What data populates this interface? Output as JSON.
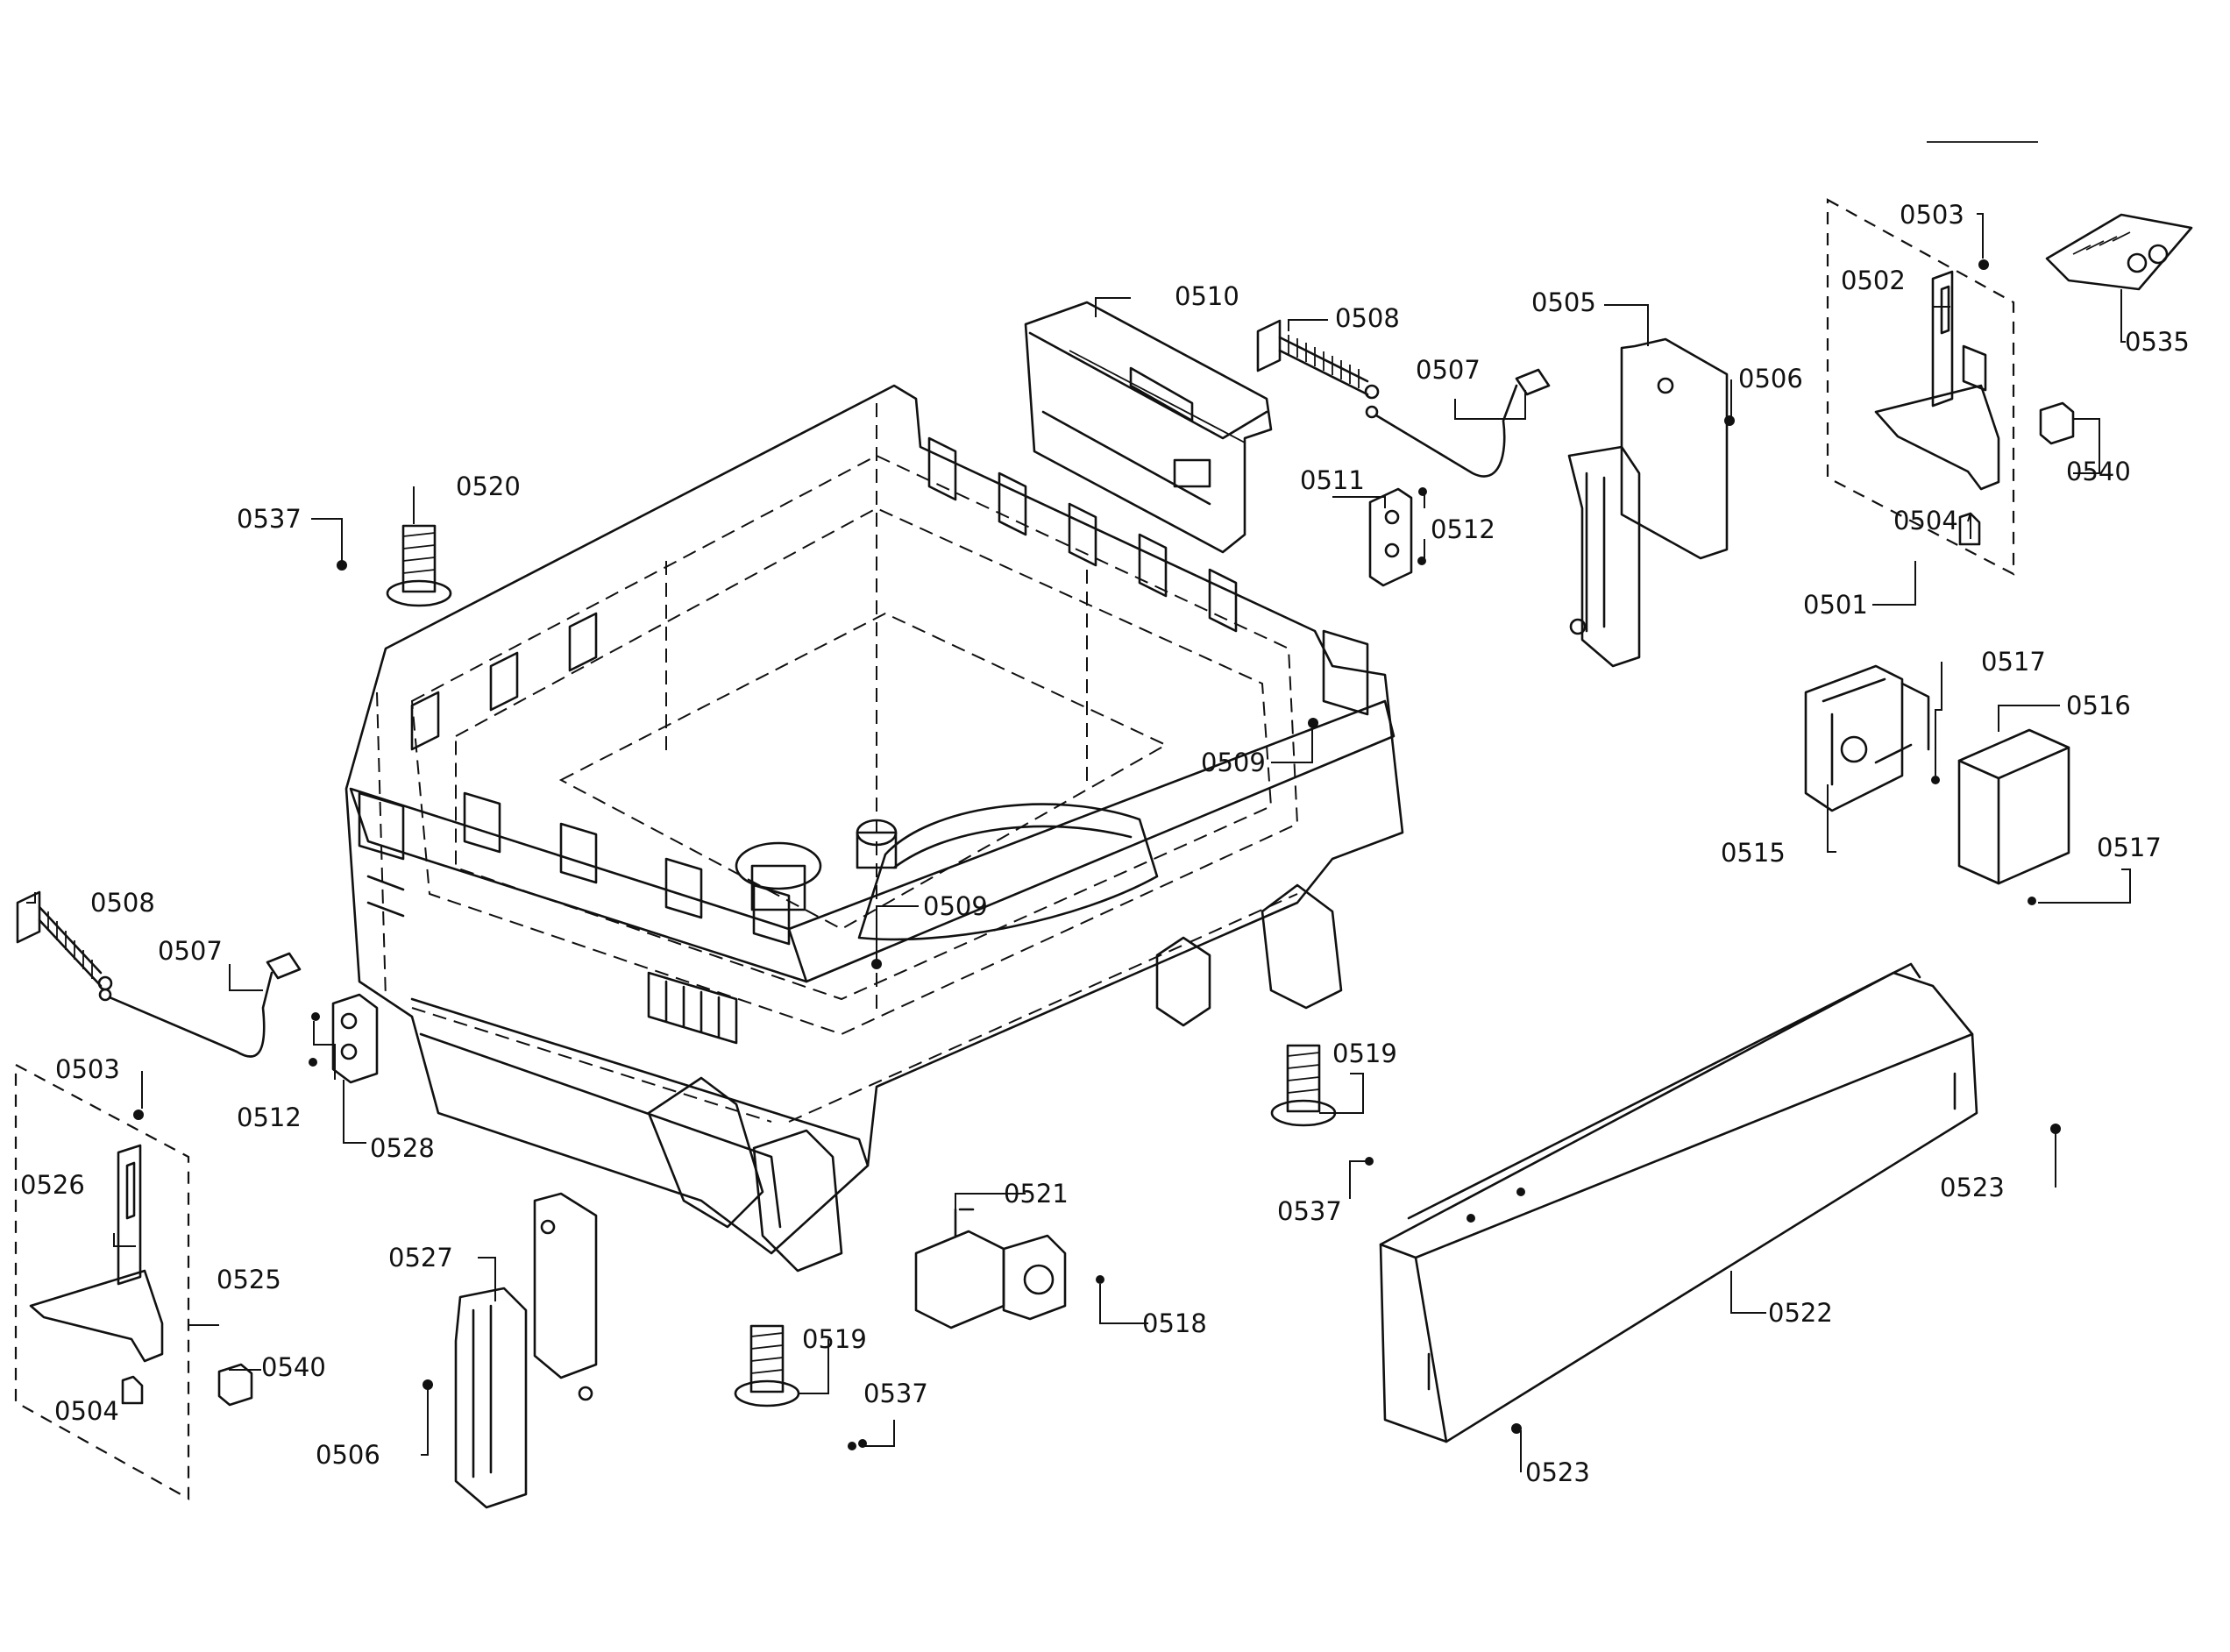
{
  "labels": {
    "p0501": "0501",
    "p0502": "0502",
    "p0503a": "0503",
    "p0503b": "0503",
    "p0504a": "0504",
    "p0504b": "0504",
    "p0505": "0505",
    "p0506a": "0506",
    "p0506b": "0506",
    "p0507a": "0507",
    "p0507b": "0507",
    "p0508a": "0508",
    "p0508b": "0508",
    "p0509a": "0509",
    "p0509b": "0509",
    "p0510": "0510",
    "p0511": "0511",
    "p0512a": "0512",
    "p0512b": "0512",
    "p0515": "0515",
    "p0516": "0516",
    "p0517a": "0517",
    "p0517b": "0517",
    "p0518": "0518",
    "p0519a": "0519",
    "p0519b": "0519",
    "p0520": "0520",
    "p0521": "0521",
    "p0522": "0522",
    "p0523a": "0523",
    "p0523b": "0523",
    "p0525": "0525",
    "p0526": "0526",
    "p0527": "0527",
    "p0528": "0528",
    "p0535": "0535",
    "p0537a": "0537",
    "p0537b": "0537",
    "p0537c": "0537",
    "p0540a": "0540",
    "p0540b": "0540"
  }
}
